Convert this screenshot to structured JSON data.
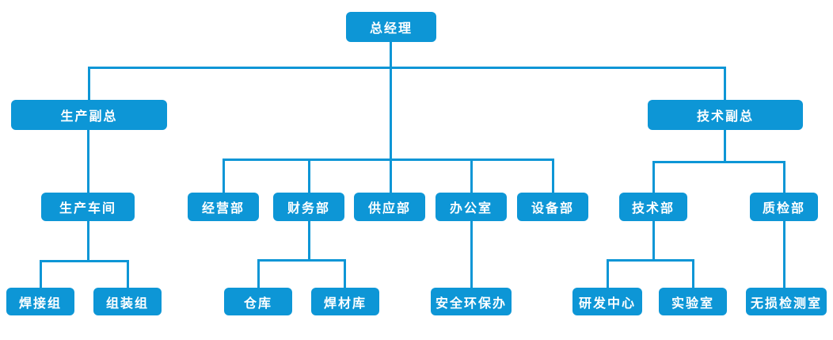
{
  "diagram_type": "org-chart",
  "colors": {
    "node_background": "#0d96d6",
    "node_text": "#ffffff",
    "connector": "#0d96d6",
    "page_background": "#ffffff"
  },
  "nodes": {
    "gm": {
      "label": "总经理"
    },
    "vp_prod": {
      "label": "生产副总"
    },
    "vp_tech": {
      "label": "技术副总"
    },
    "workshop": {
      "label": "生产车间"
    },
    "dept_mgmt": {
      "label": "经营部"
    },
    "dept_finance": {
      "label": "财务部"
    },
    "dept_supply": {
      "label": "供应部"
    },
    "dept_office": {
      "label": "办公室"
    },
    "dept_equipment": {
      "label": "设备部"
    },
    "dept_tech": {
      "label": "技术部"
    },
    "dept_qc": {
      "label": "质检部"
    },
    "grp_welding": {
      "label": "焊接组"
    },
    "grp_assembly": {
      "label": "组装组"
    },
    "warehouse": {
      "label": "仓库"
    },
    "welding_material_store": {
      "label": "焊材库"
    },
    "safety_env_office": {
      "label": "安全环保办"
    },
    "rd_center": {
      "label": "研发中心"
    },
    "laboratory": {
      "label": "实验室"
    },
    "ndt_room": {
      "label": "无损检测室"
    }
  },
  "edges": [
    {
      "from": "gm",
      "to": [
        "vp_prod",
        "dept_mgmt",
        "dept_finance",
        "dept_supply",
        "dept_office",
        "dept_equipment",
        "vp_tech"
      ]
    },
    {
      "from": "vp_prod",
      "to": [
        "workshop"
      ]
    },
    {
      "from": "workshop",
      "to": [
        "grp_welding",
        "grp_assembly"
      ]
    },
    {
      "from": "dept_finance",
      "to": [
        "warehouse",
        "welding_material_store"
      ]
    },
    {
      "from": "dept_office",
      "to": [
        "safety_env_office"
      ]
    },
    {
      "from": "vp_tech",
      "to": [
        "dept_tech",
        "dept_qc"
      ]
    },
    {
      "from": "dept_tech",
      "to": [
        "rd_center",
        "laboratory"
      ]
    },
    {
      "from": "dept_qc",
      "to": [
        "ndt_room"
      ]
    }
  ]
}
